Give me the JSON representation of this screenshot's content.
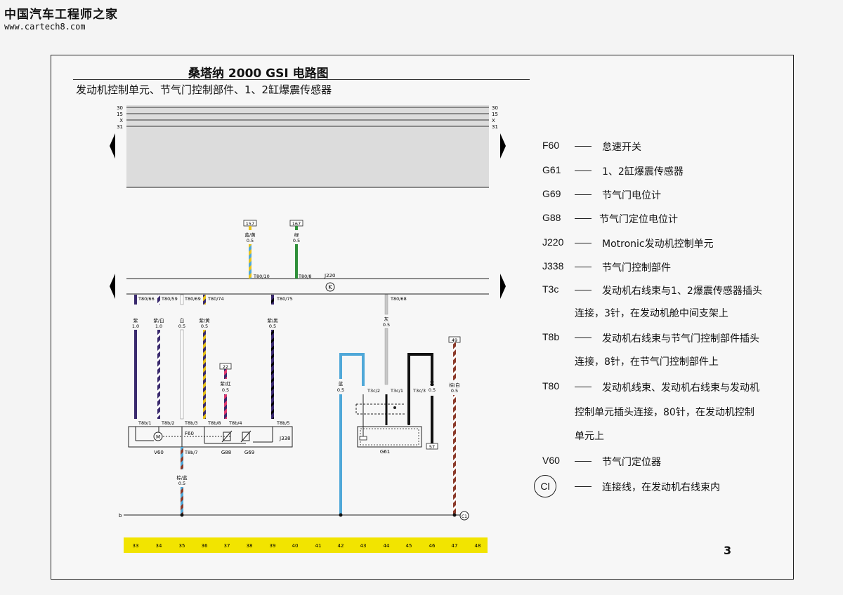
{
  "watermark": {
    "site_cn": "中国汽车工程师之家",
    "url": "www.cartech8.com"
  },
  "title": "桑塔纳 2000 GSI 电路图",
  "subtitle": "发动机控制单元、节气门控制部件、1、2缸爆震传感器",
  "page_number": "3",
  "top_bus": {
    "left_labels": [
      "30",
      "15",
      "X",
      "31"
    ],
    "right_labels": [
      "30",
      "15",
      "X",
      "31"
    ]
  },
  "bottom_bus": {
    "ground_label": "b",
    "numbers": [
      "33",
      "34",
      "35",
      "36",
      "37",
      "38",
      "39",
      "40",
      "41",
      "42",
      "43",
      "44",
      "45",
      "46",
      "47",
      "48"
    ]
  },
  "ecu": {
    "name": "J220",
    "k_symbol": "K"
  },
  "colors": {
    "purple": "#3a2a6e",
    "blue": "#4fa8d8",
    "yellow": "#e8c21a",
    "green": "#2f8f3a",
    "brown": "#8b3a2a",
    "red": "#c0392b",
    "grey": "#c8c8c8",
    "black": "#111111",
    "magenta": "#c0306a",
    "bus_yellow": "#f2e400"
  },
  "wires": {
    "w157": {
      "box": "157",
      "color": "蓝/黄",
      "size": "0.5",
      "pin": "T80/10"
    },
    "w167": {
      "box": "167",
      "color": "绿",
      "size": "0.5",
      "pin": "T80/8"
    },
    "w66": {
      "pin": "T80/66",
      "color": "紫",
      "size": "1.0",
      "bpin": "T8b/1"
    },
    "w59": {
      "pin": "T80/59",
      "color": "紫/白",
      "size": "1.0",
      "bpin": "T8b/2"
    },
    "w69": {
      "pin": "T80/69",
      "color": "白",
      "size": "0.5",
      "bpin": "T8b/3"
    },
    "w74": {
      "pin": "T80/74",
      "color": "紫/黄",
      "size": "0.5",
      "bpin": "T8b/8"
    },
    "w75": {
      "pin": "T80/75",
      "color": "紫/黑",
      "size": "0.5",
      "bpin": "T8b/5"
    },
    "w68": {
      "pin": "T80/68",
      "color": "灰",
      "size": "0.5",
      "tpin": "T3c/1"
    },
    "w22": {
      "box": "22",
      "color": "紫/红",
      "size": "0.5",
      "bpin": "T8b/4"
    },
    "w7": {
      "pin": "T8b/7",
      "color": "棕/蓝",
      "size": "0.5"
    },
    "blue": {
      "color": "蓝",
      "size": "0.5",
      "tpin": "T3c/2"
    },
    "black": {
      "color": "黑",
      "size": "0.5",
      "tpin": "T3c/3",
      "box": "57"
    },
    "w49": {
      "box": "49",
      "color": "棕/白",
      "size": "0.5",
      "conn": "C1"
    }
  },
  "components": {
    "v60": "V60",
    "m": "M",
    "f60": "F60",
    "g88": "G88",
    "g69": "G69",
    "j338": "J338",
    "g61": "G61"
  },
  "legend": [
    {
      "code": "F60",
      "desc": "怠速开关"
    },
    {
      "code": "G61",
      "desc": "1、2缸爆震传感器"
    },
    {
      "code": "G69",
      "desc": "节气门电位计"
    },
    {
      "code": "G88",
      "desc": "节气门定位电位计"
    },
    {
      "code": "J220",
      "desc": "Motronic发动机控制单元"
    },
    {
      "code": "J338",
      "desc": "节气门控制部件"
    },
    {
      "code": "T3c",
      "desc": "发动机右线束与1、2爆震传感器插头",
      "desc2": "连接，3针，在发动机舱中间支架上"
    },
    {
      "code": "T8b",
      "desc": "发动机右线束与节气门控制部件插头",
      "desc2": "连接，8针，在节气门控制部件上"
    },
    {
      "code": "T80",
      "desc": "发动机线束、发动机右线束与发动机",
      "desc2": "控制单元插头连接，80针，在发动机控制",
      "desc3": "单元上"
    },
    {
      "code": "V60",
      "desc": "节气门定位器"
    },
    {
      "code": "Cl",
      "desc": "连接线，在发动机右线束内"
    }
  ]
}
